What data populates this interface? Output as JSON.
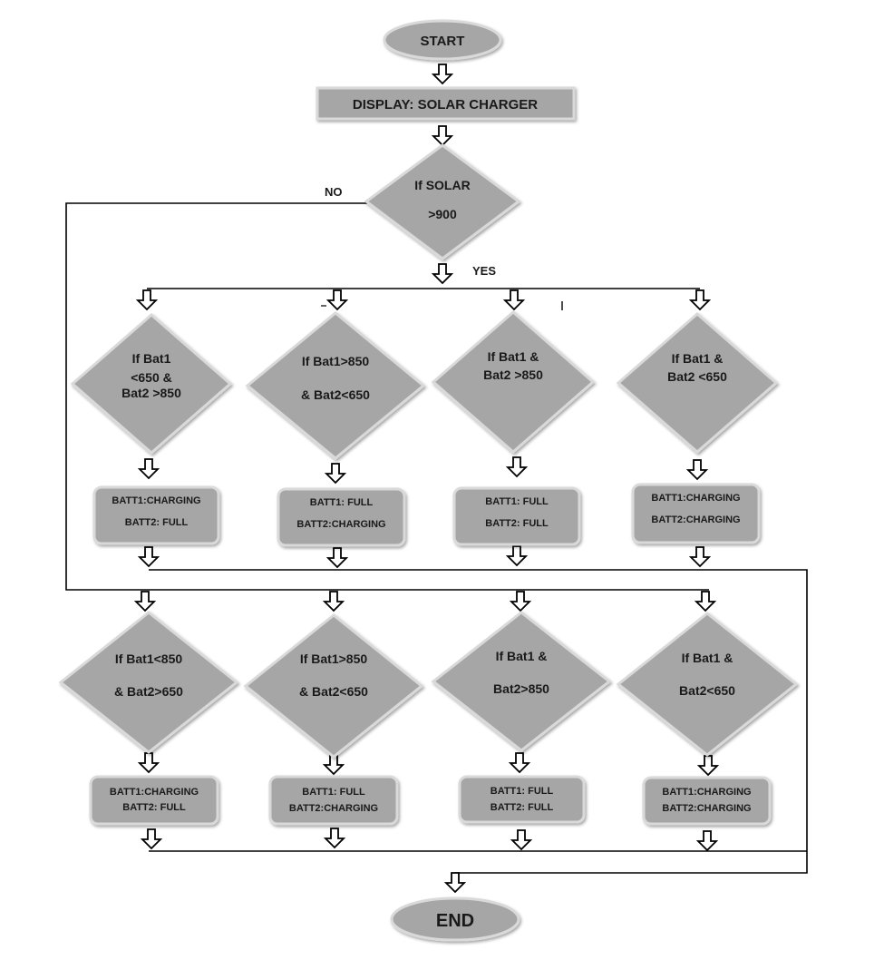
{
  "colors": {
    "shape_fill": "#a6a6a6",
    "shape_stroke": "#d9d9d9",
    "line": "#000000",
    "text": "#1a1a1a",
    "background": "#ffffff"
  },
  "start": {
    "label": "START"
  },
  "display": {
    "label": "DISPLAY: SOLAR CHARGER"
  },
  "solar_decision": {
    "line1": "If SOLAR",
    "line2": ">900",
    "no_label": "NO",
    "yes_label": "YES"
  },
  "row1": {
    "decisions": [
      {
        "lines": [
          "If Bat1",
          "<650 &",
          "Bat2 >850"
        ]
      },
      {
        "lines": [
          "If Bat1>850",
          "& Bat2<650"
        ]
      },
      {
        "lines": [
          "If Bat1 &",
          "Bat2 >850"
        ]
      },
      {
        "lines": [
          "If Bat1 &",
          "Bat2 <650"
        ]
      }
    ],
    "results": [
      {
        "lines": [
          "BATT1:CHARGING",
          "BATT2: FULL"
        ]
      },
      {
        "lines": [
          "BATT1: FULL",
          "BATT2:CHARGING"
        ]
      },
      {
        "lines": [
          "BATT1: FULL",
          "BATT2: FULL"
        ]
      },
      {
        "lines": [
          "BATT1:CHARGING",
          "BATT2:CHARGING"
        ]
      }
    ]
  },
  "row2": {
    "decisions": [
      {
        "lines": [
          "If Bat1<850",
          "& Bat2>650"
        ]
      },
      {
        "lines": [
          "If Bat1>850",
          "& Bat2<650"
        ]
      },
      {
        "lines": [
          "If Bat1 &",
          "Bat2>850"
        ]
      },
      {
        "lines": [
          "If Bat1 &",
          "Bat2<650"
        ]
      }
    ],
    "results": [
      {
        "lines": [
          "BATT1:CHARGING",
          "BATT2: FULL"
        ]
      },
      {
        "lines": [
          "BATT1: FULL",
          "BATT2:CHARGING"
        ]
      },
      {
        "lines": [
          "BATT1: FULL",
          "BATT2: FULL"
        ]
      },
      {
        "lines": [
          "BATT1:CHARGING",
          "BATT2:CHARGING"
        ]
      }
    ]
  },
  "end": {
    "label": "END"
  }
}
